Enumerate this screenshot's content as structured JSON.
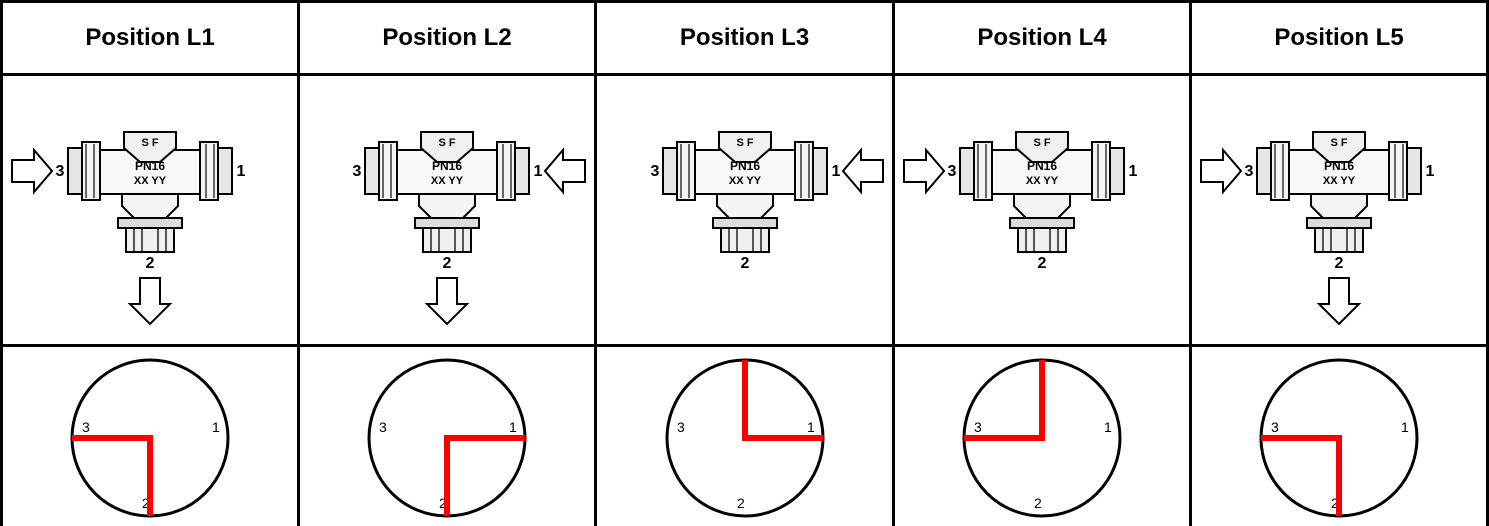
{
  "headers": [
    "Position L1",
    "Position L2",
    "Position L3",
    "Position L4",
    "Position L5"
  ],
  "valve": {
    "top_label": "S F",
    "pressure_label": "PN16",
    "code_label": "XX YY",
    "port_left": "3",
    "port_right": "1",
    "port_bottom": "2"
  },
  "dial": {
    "label_3": "3",
    "label_1": "1",
    "label_2": "2"
  },
  "colors": {
    "flow_path": "#ff0000",
    "border": "#000000"
  },
  "positions": [
    {
      "inlet": "left",
      "outlet": "bottom",
      "dial_path": [
        "port-3",
        "port-2"
      ]
    },
    {
      "inlet": "right",
      "outlet": "bottom",
      "dial_path": [
        "port-1",
        "port-2"
      ]
    },
    {
      "inlet": "right",
      "outlet": "none",
      "dial_path": [
        "top",
        "port-1"
      ]
    },
    {
      "inlet": "left",
      "outlet": "none",
      "dial_path": [
        "top",
        "port-3"
      ]
    },
    {
      "inlet": "left",
      "outlet": "bottom",
      "dial_path": [
        "port-3",
        "port-2"
      ]
    }
  ]
}
